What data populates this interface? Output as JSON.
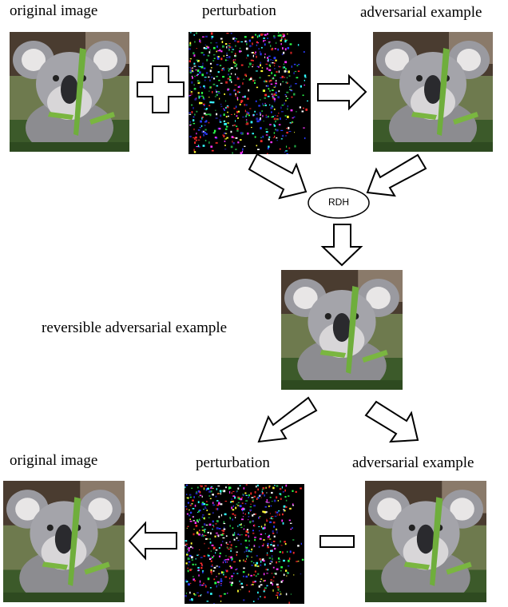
{
  "top_row": {
    "original_label": "original image",
    "perturbation_label": "perturbation",
    "adversarial_label": "adversarial example"
  },
  "middle": {
    "rdh_label": "RDH",
    "reversible_label": "reversible adversarial example"
  },
  "bottom_row": {
    "original_label": "original image",
    "perturbation_label": "perturbation",
    "adversarial_label": "adversarial example"
  },
  "icons": [
    "plus-icon",
    "right-arrow-icon",
    "down-arrow-icon",
    "minus-icon",
    "left-arrow-icon"
  ]
}
